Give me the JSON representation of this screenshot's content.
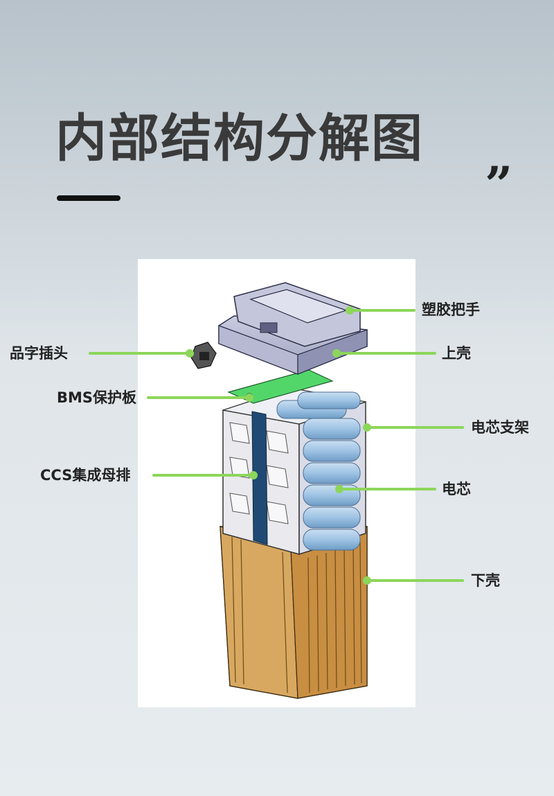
{
  "header": {
    "title": "内部结构分解图",
    "quote_mark": "”"
  },
  "labels": {
    "handle": "塑胶把手",
    "upper_shell": "上壳",
    "plug": "品字插头",
    "bms": "BMS保护板",
    "cell_bracket": "电芯支架",
    "ccs": "CCS集成母排",
    "cell": "电芯",
    "lower_shell": "下壳"
  },
  "colors": {
    "leader_line": "#8cd65a",
    "title_text": "#3a3a3a",
    "bms_board": "#52d66a",
    "cell_blue": "#9ec3e4",
    "lower_shell": "#d4a055"
  }
}
